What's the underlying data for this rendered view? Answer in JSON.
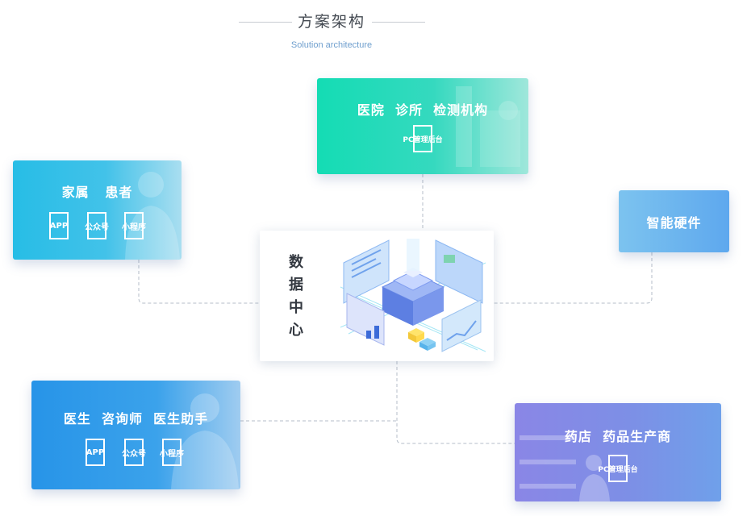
{
  "header": {
    "title": "方案架构",
    "subtitle": "Solution architecture"
  },
  "center": {
    "chars": [
      "数",
      "据",
      "中",
      "心"
    ]
  },
  "cards": {
    "hospital": {
      "title": "医院  诊所  检测机构",
      "badges": [
        "PC管理后台"
      ]
    },
    "family": {
      "title": "家属   患者",
      "badges": [
        "APP",
        "公众号",
        "小程序"
      ]
    },
    "hardware": {
      "title": "智能硬件"
    },
    "doctor": {
      "title": "医生  咨询师  医生助手",
      "badges": [
        "APP",
        "公众号",
        "小程序"
      ]
    },
    "pharmacy": {
      "title": "药店  药品生产商",
      "badges": [
        "PC管理后台"
      ]
    }
  },
  "colors": {
    "hospital": "#14dcb4",
    "family": "#27bde6",
    "hardware": "#6aaeee",
    "doctor": "#2794e8",
    "pharmacy": "#8a86e6",
    "connector": "#b5bdc8",
    "subtitle": "#6f9fce"
  }
}
